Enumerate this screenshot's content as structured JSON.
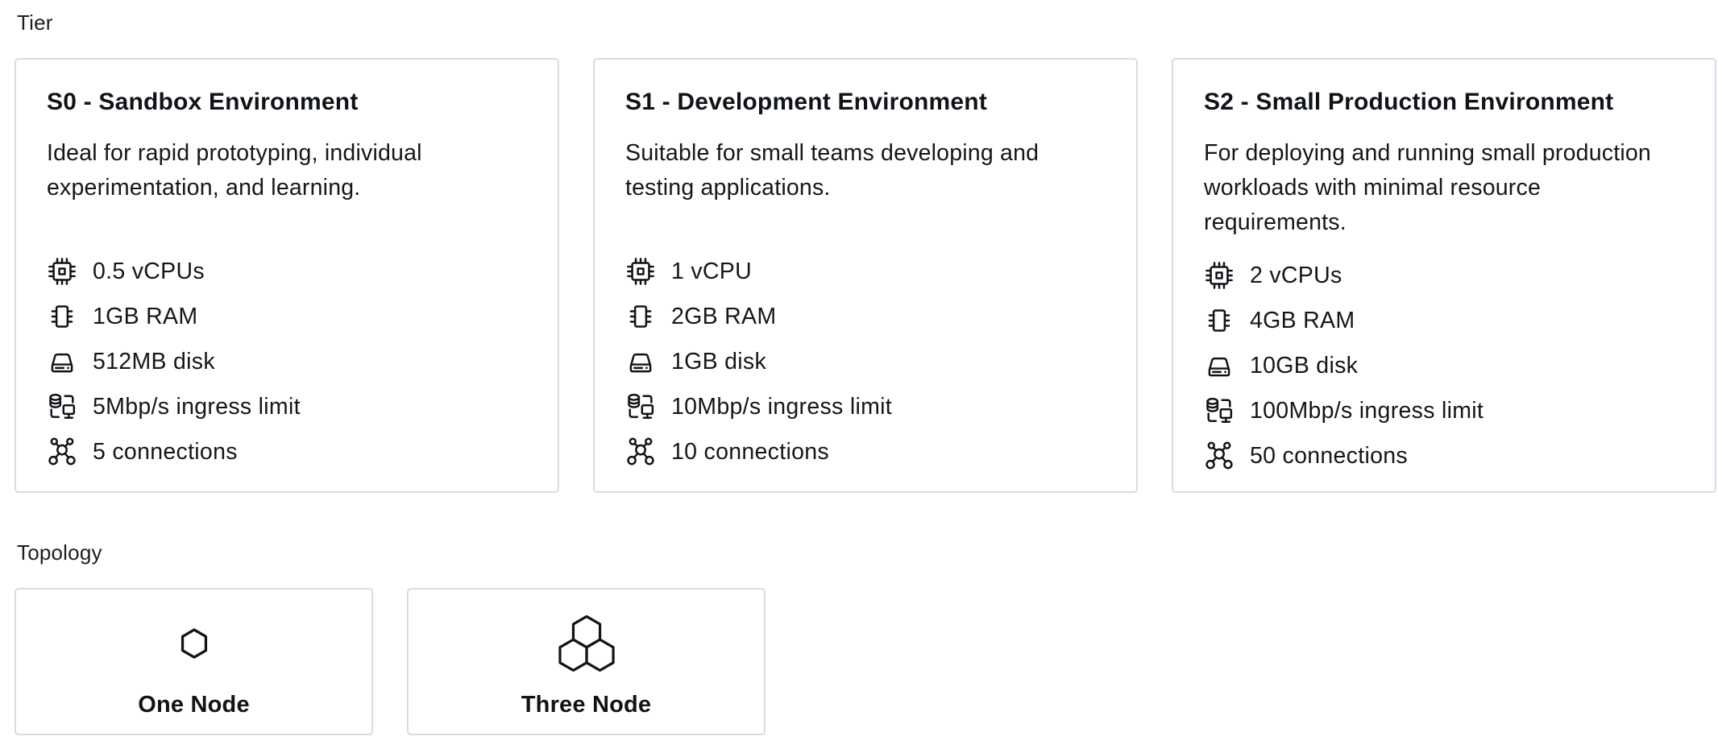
{
  "tier": {
    "label": "Tier",
    "cards": [
      {
        "title": "S0 - Sandbox Environment",
        "description": "Ideal for rapid prototyping, individual experimentation, and learning.",
        "specs": [
          {
            "icon": "cpu-icon",
            "text": "0.5 vCPUs"
          },
          {
            "icon": "ram-icon",
            "text": "1GB RAM"
          },
          {
            "icon": "disk-icon",
            "text": "512MB disk"
          },
          {
            "icon": "ingress-icon",
            "text": "5Mbp/s ingress limit"
          },
          {
            "icon": "connections-icon",
            "text": "5 connections"
          }
        ]
      },
      {
        "title": "S1 - Development Environment",
        "description": "Suitable for small teams developing and testing applications.",
        "specs": [
          {
            "icon": "cpu-icon",
            "text": "1 vCPU"
          },
          {
            "icon": "ram-icon",
            "text": "2GB RAM"
          },
          {
            "icon": "disk-icon",
            "text": "1GB disk"
          },
          {
            "icon": "ingress-icon",
            "text": "10Mbp/s ingress limit"
          },
          {
            "icon": "connections-icon",
            "text": "10 connections"
          }
        ]
      },
      {
        "title": "S2 - Small Production Environment",
        "description": "For deploying and running small production workloads with minimal resource requirements.",
        "specs": [
          {
            "icon": "cpu-icon",
            "text": "2 vCPUs"
          },
          {
            "icon": "ram-icon",
            "text": "4GB RAM"
          },
          {
            "icon": "disk-icon",
            "text": "10GB disk"
          },
          {
            "icon": "ingress-icon",
            "text": "100Mbp/s ingress limit"
          },
          {
            "icon": "connections-icon",
            "text": "50 connections"
          }
        ]
      }
    ]
  },
  "topology": {
    "label": "Topology",
    "options": [
      {
        "icon": "one-node-icon",
        "label": "One Node"
      },
      {
        "icon": "three-node-icon",
        "label": "Three Node"
      }
    ]
  },
  "colors": {
    "card_border": "#d5dde3",
    "text": "#14171a",
    "background": "#ffffff"
  }
}
